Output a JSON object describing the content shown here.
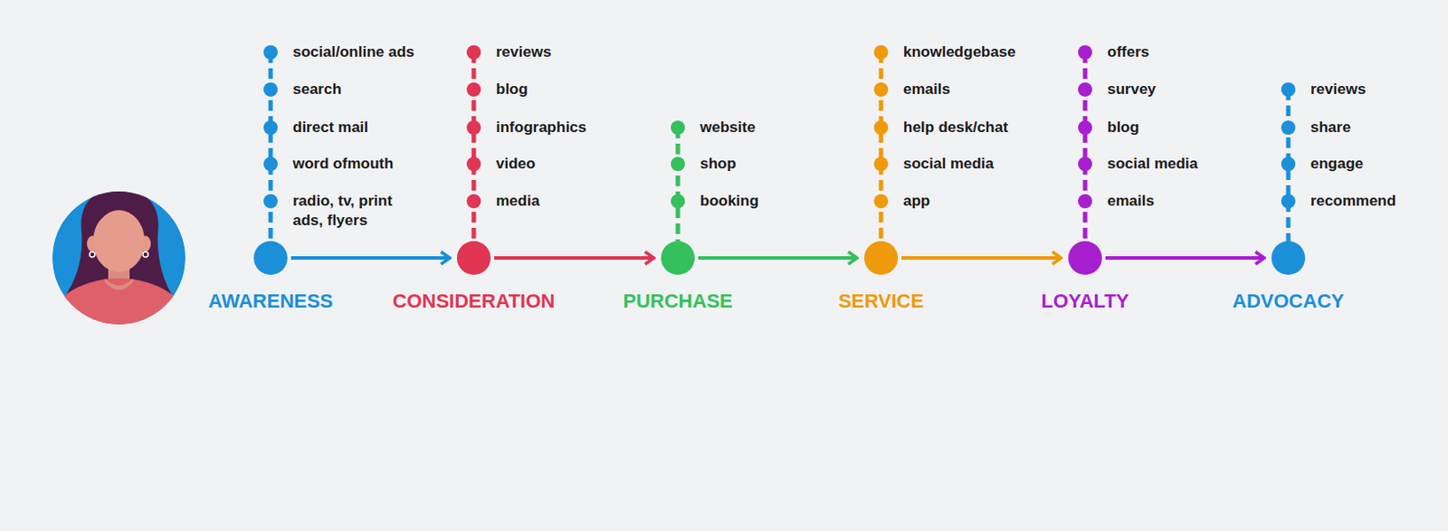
{
  "diagram": {
    "nodes": [
      {
        "text": [
          "AWARENESS"
        ]
      },
      {
        "text": [
          "CONSIDERATION"
        ]
      },
      {
        "text": [
          "PURCHASE"
        ]
      },
      {
        "text": [
          "SERVICE"
        ]
      },
      {
        "text": [
          "LOYALTY"
        ]
      },
      {
        "text": [
          "ADVOCACY"
        ]
      }
    ],
    "edges": [
      {
        "from": 0,
        "to": 1,
        "arrow": "to"
      },
      {
        "from": 1,
        "to": 2,
        "arrow": "to"
      },
      {
        "from": 2,
        "to": 3,
        "arrow": "to"
      },
      {
        "from": 3,
        "to": 4,
        "arrow": "to"
      },
      {
        "from": 4,
        "to": 5,
        "arrow": "to"
      }
    ],
    "labels": [
      "social/online ads",
      "search",
      "direct mail",
      "word ofmouth",
      "radio, tv, print ads, flyers",
      "reviews",
      "blog",
      "infographics",
      "video",
      "media",
      "website",
      "shop",
      "booking",
      "knowledgebase",
      "emails",
      "help desk/chat",
      "social media",
      "app",
      "offers",
      "survey",
      "blog",
      "social media",
      "emails",
      "reviews",
      "share",
      "engage",
      "recommend"
    ]
  }
}
